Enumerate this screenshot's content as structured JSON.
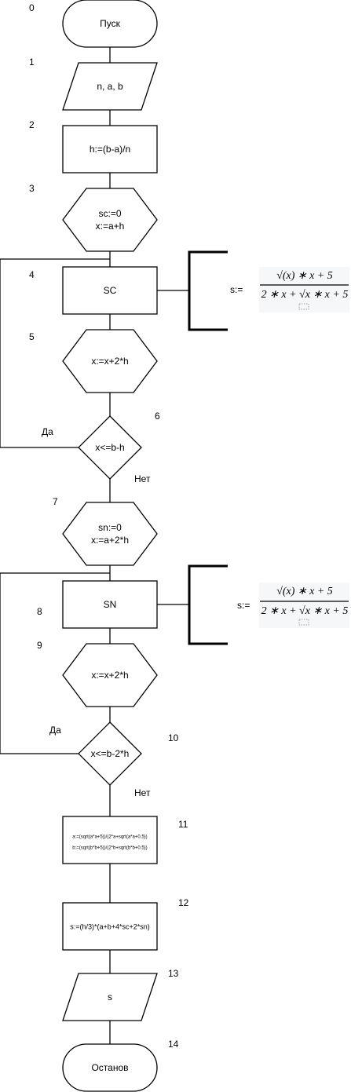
{
  "steps": {
    "s0": "Пуск",
    "s1": "n,  a, b",
    "s2": "h:=(b-a)/n",
    "s3_line1": "sc:=0",
    "s3_line2": "x:=a+h",
    "s4": "SC",
    "s5": "x:=x+2*h",
    "s6": "x<=b-h",
    "s7_line1": "sn:=0",
    "s7_line2": "x:=a+2*h",
    "s8": "SN",
    "s9": "x:=x+2*h",
    "s10": "x<=b-2*h",
    "s11_line1": "a:=(sqrt(a*a+5))/(2*a+sqrt(a*a+0.5))",
    "s11_line2": "b:=(sqrt(b*b+5))/(2*b+sqrt(b*b+0.5))",
    "s12": "s:=(h/3)*(a+b+4*sc+2*sn)",
    "s13": "s",
    "s14": "Останов"
  },
  "numbers": [
    "0",
    "1",
    "2",
    "3",
    "4",
    "5",
    "6",
    "7",
    "8",
    "9",
    "10",
    "11",
    "12",
    "13",
    "14"
  ],
  "branch_labels": {
    "yes1": "Да",
    "no1": "Нет",
    "yes2": "Да",
    "no2": "Нет"
  },
  "comments": {
    "c1_prefix": "s:=",
    "c1_numerator": "√(x) ∗ x + 5",
    "c1_denominator": "2 ∗ x + √x ∗ x + 5",
    "c2_prefix": "s:=",
    "c2_numerator": "√(x) ∗ x + 5",
    "c2_denominator": "2 ∗ x + √x ∗ x + 5"
  }
}
